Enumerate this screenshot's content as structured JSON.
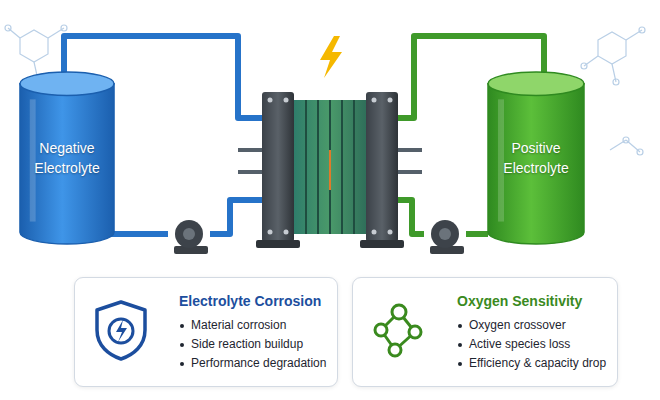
{
  "diagram": {
    "nodes": [
      {
        "text": [
          "Negative Electrolyte"
        ]
      },
      {
        "text": [
          "Positive Electrolyte"
        ]
      },
      {
        "text": [
          "Electrolyte Corrosion",
          "Material corrosion",
          "Side reaction buildup",
          "Performance degradation"
        ]
      },
      {
        "text": [
          "Oxygen Sensitivity",
          "Oxygen crossover",
          "Active species loss",
          "Efficiency & capacity drop"
        ]
      }
    ]
  }
}
